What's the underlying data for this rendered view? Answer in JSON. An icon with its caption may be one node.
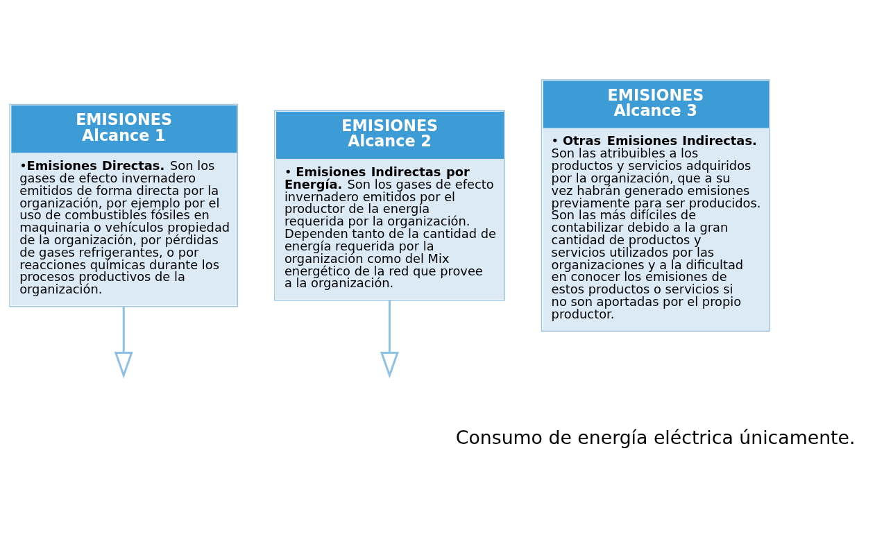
{
  "diagram": {
    "nodes": [
      {
        "text": [
          "EMISIONES Alcance 1",
          "•**Emisiones Directas.** Son los gases de efecto invernadero emitidos de forma directa por la organización, por ejemplo por el uso de combustibles fósiles en maquinaria o vehículos propiedad de la organización, por pérdidas de gases refrigerantes, o por reacciones químicas durante los procesos productivos de la organización."
        ]
      },
      {
        "text": [
          "EMISIONES Alcance 2",
          "• **Emisiones Indirectas por Energía.** Son los gases de efecto invernadero emitidos por el productor de la energía requerida por la organización. Dependen tanto de la cantidad de energía requerida por la organización como del Mix energético de la red que provee a la organización."
        ]
      },
      {
        "text": [
          "EMISIONES Alcance 3",
          "• **Otras Emisiones Indirectas.** Son las atribuibles a los productos y servicios adquiridos por la organización, que a su vez habrán generado emisiones previamente para ser producidos. Son las más difíciles de contabilizar debido a la gran cantidad de productos y servicios utilizados por las organizaciones y a la dificultad en conocer los emisiones de estos productos o servicios si no son aportadas por el propio productor."
        ]
      }
    ],
    "edges": [
      {
        "from": 0,
        "to": null,
        "arrow": "to"
      },
      {
        "from": 1,
        "to": null,
        "arrow": "to"
      }
    ],
    "labels": [
      "Consumo de energía eléctrica únicamente."
    ]
  }
}
